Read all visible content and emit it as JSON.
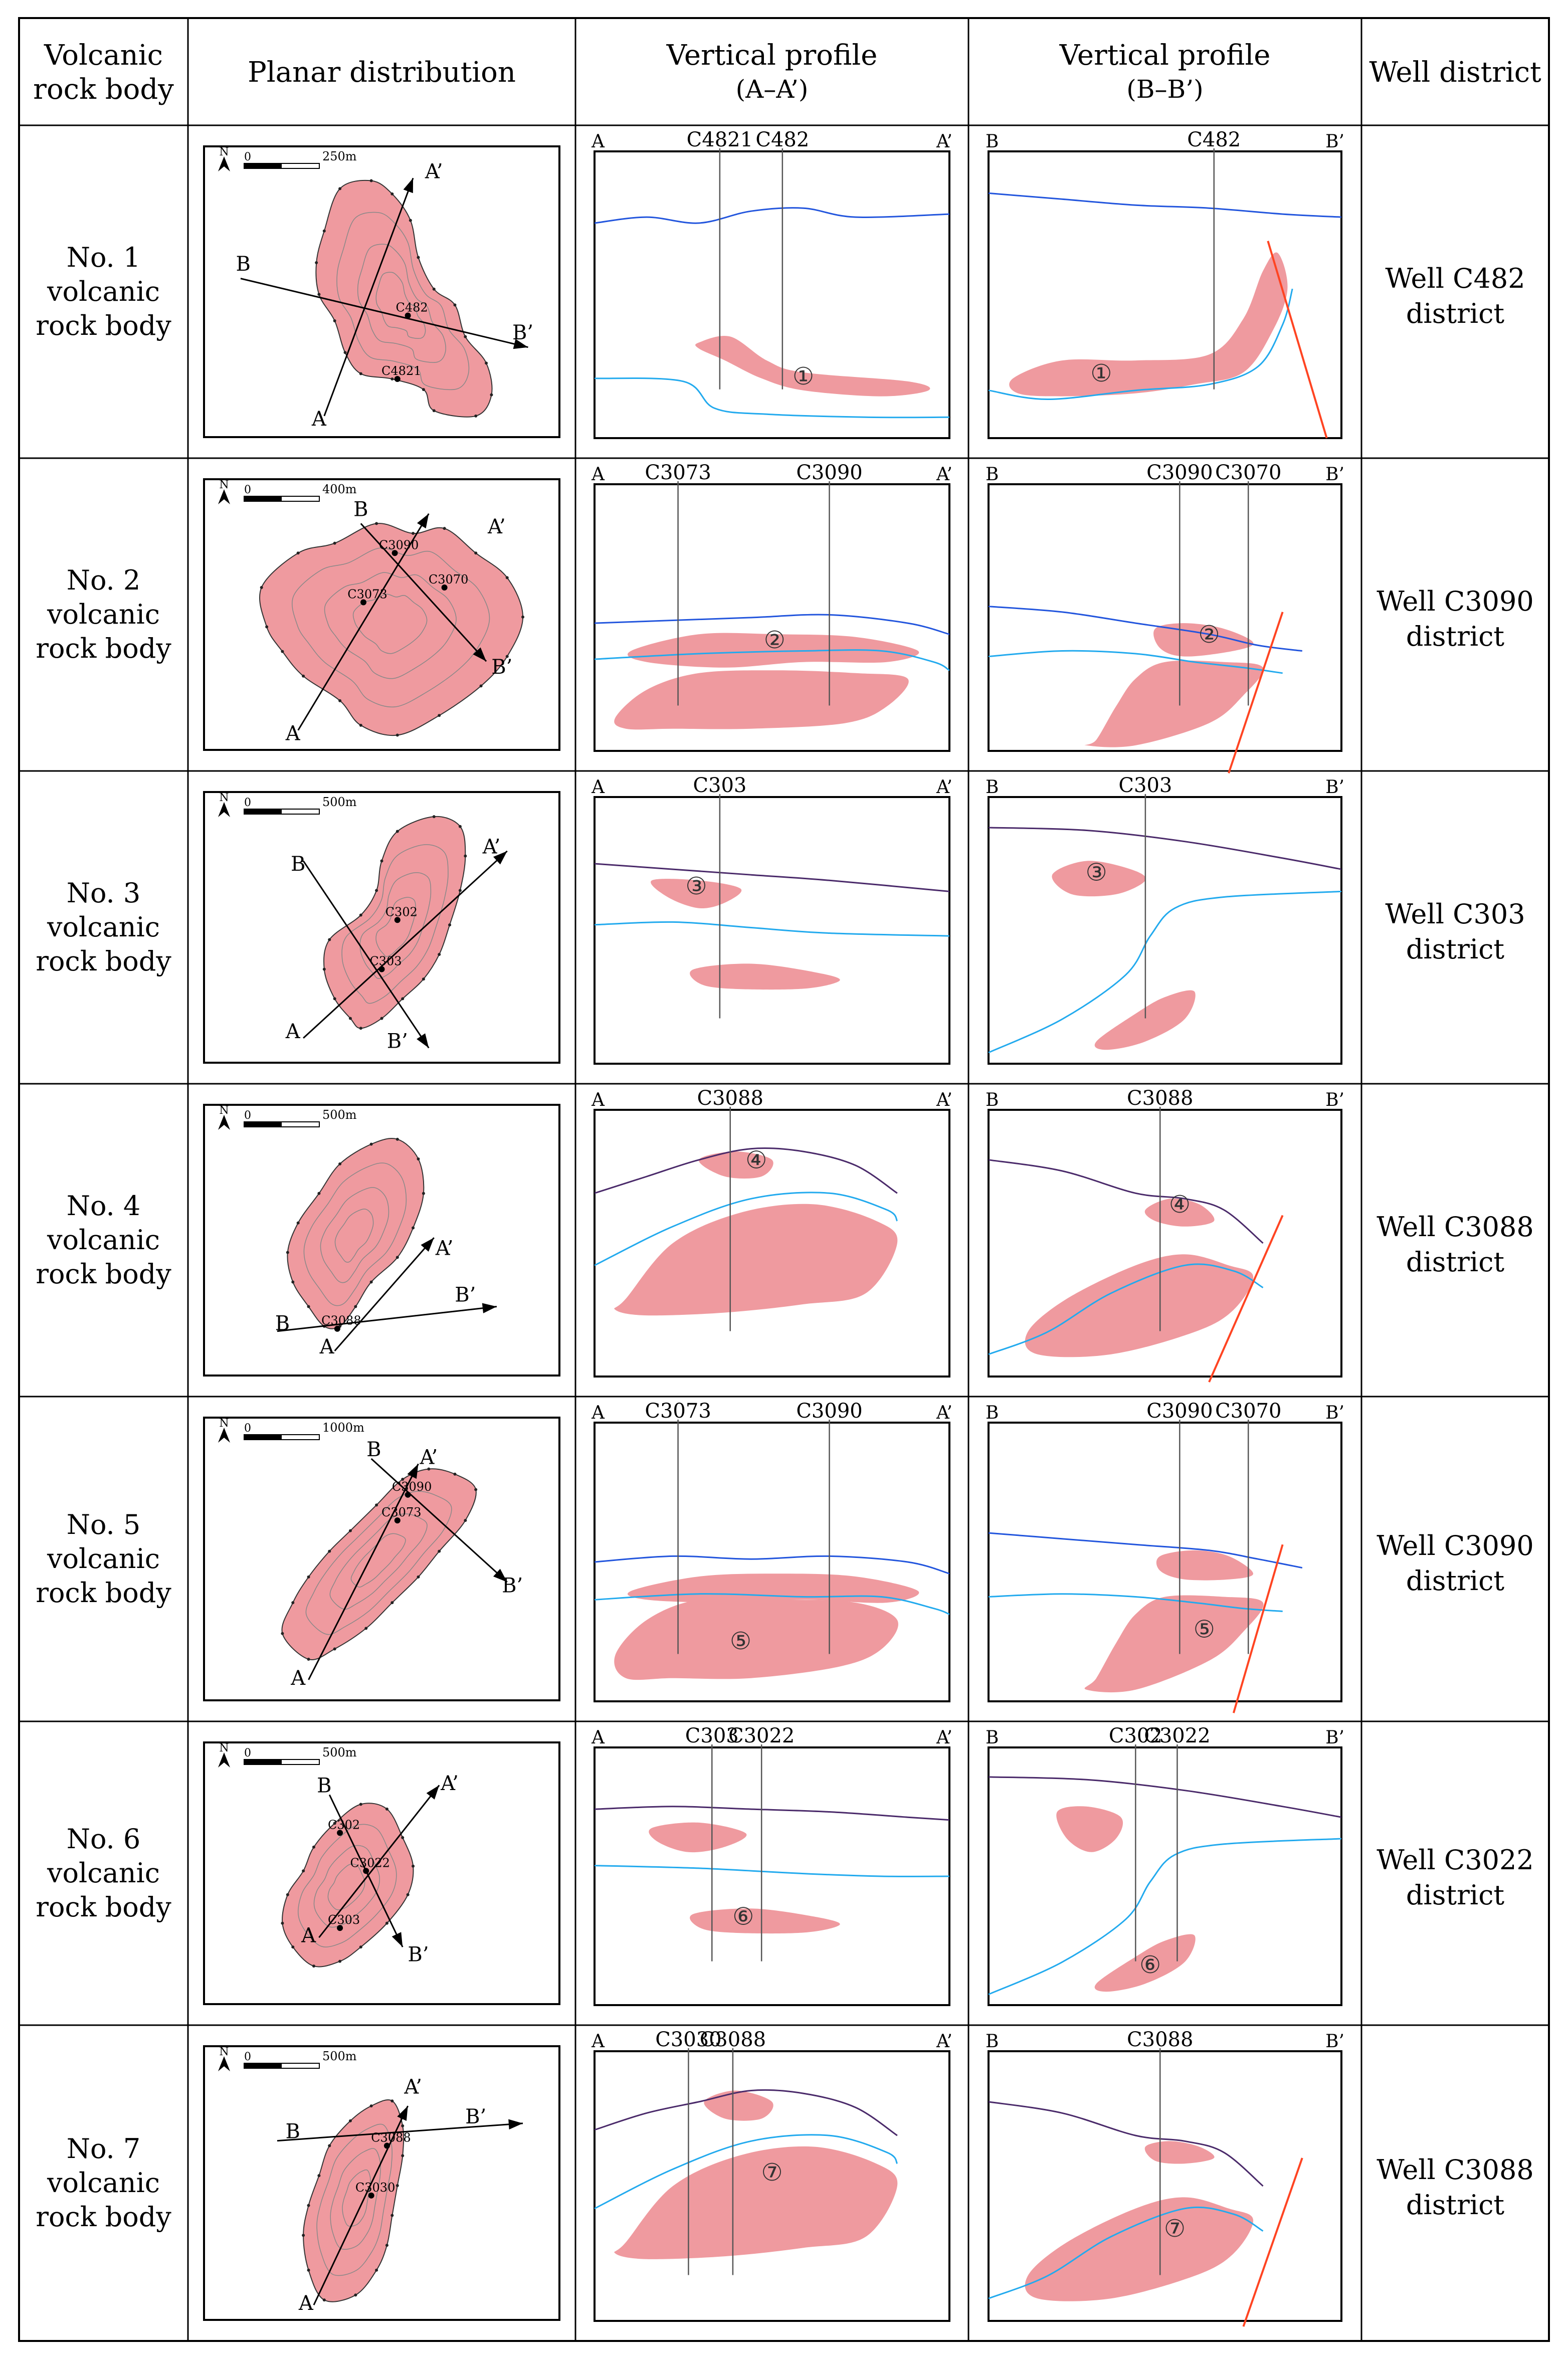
{
  "headers": {
    "col1": [
      "Volcanic",
      "rock body"
    ],
    "col2": "Planar distribution",
    "col3": [
      "Vertical profile",
      "(A–A’)"
    ],
    "col4": [
      "Vertical profile",
      "(B–B’)"
    ],
    "col5": "Well district"
  },
  "rows": [
    {
      "body_label": [
        "No. 1",
        "volcanic",
        "rock body"
      ],
      "district": [
        "Well C482",
        "district"
      ],
      "scale": "250m",
      "map_wells": [
        "C482",
        "C4821"
      ],
      "a_wells": [
        "C4821",
        "C482"
      ],
      "b_wells": [
        "C482"
      ],
      "a_number": "①",
      "b_number": "①"
    },
    {
      "body_label": [
        "No. 2",
        "volcanic",
        "rock body"
      ],
      "district": [
        "Well C3090",
        "district"
      ],
      "scale": "400m",
      "map_wells": [
        "C3090",
        "C3073",
        "C3070"
      ],
      "a_wells": [
        "C3073",
        "C3090"
      ],
      "b_wells": [
        "C3090",
        "C3070"
      ],
      "a_number": "②",
      "b_number": "②"
    },
    {
      "body_label": [
        "No. 3",
        "volcanic",
        "rock body"
      ],
      "district": [
        "Well C303",
        "district"
      ],
      "scale": "500m",
      "map_wells": [
        "C302",
        "C303"
      ],
      "a_wells": [
        "C303"
      ],
      "b_wells": [
        "C303"
      ],
      "a_number": "③",
      "b_number": "③"
    },
    {
      "body_label": [
        "No. 4",
        "volcanic",
        "rock body"
      ],
      "district": [
        "Well C3088",
        "district"
      ],
      "scale": "500m",
      "map_wells": [
        "C3088"
      ],
      "a_wells": [
        "C3088"
      ],
      "b_wells": [
        "C3088"
      ],
      "a_number": "④",
      "b_number": "④"
    },
    {
      "body_label": [
        "No. 5",
        "volcanic",
        "rock body"
      ],
      "district": [
        "Well C3090",
        "district"
      ],
      "scale": "1000m",
      "map_wells": [
        "C3090",
        "C3073"
      ],
      "a_wells": [
        "C3073",
        "C3090"
      ],
      "b_wells": [
        "C3090",
        "C3070"
      ],
      "a_number": "⑤",
      "b_number": "⑤"
    },
    {
      "body_label": [
        "No. 6",
        "volcanic",
        "rock body"
      ],
      "district": [
        "Well C3022",
        "district"
      ],
      "scale": "500m",
      "map_wells": [
        "C302",
        "C3022",
        "C303"
      ],
      "a_wells": [
        "C303",
        "C3022"
      ],
      "b_wells": [
        "C302",
        "C3022"
      ],
      "a_number": "⑥",
      "b_number": "⑥"
    },
    {
      "body_label": [
        "No. 7",
        "volcanic",
        "rock body"
      ],
      "district": [
        "Well C3088",
        "district"
      ],
      "scale": "500m",
      "map_wells": [
        "C3088",
        "C3030"
      ],
      "a_wells": [
        "C3030",
        "C3088"
      ],
      "b_wells": [
        "C3088"
      ],
      "a_number": "⑦",
      "b_number": "⑦"
    }
  ],
  "section_ends": {
    "A": "A",
    "A_prime": "A’",
    "B": "B",
    "B_prime": "B’"
  },
  "scale_zero": "0",
  "north_letter": "N",
  "colors": {
    "rock_body": "#ef9a9f",
    "upper_horizon": "#2255dd",
    "lower_horizon": "#22aaee",
    "dark_horizon": "#4a2a6a",
    "fault": "#ff4422",
    "grid": "#000000"
  }
}
